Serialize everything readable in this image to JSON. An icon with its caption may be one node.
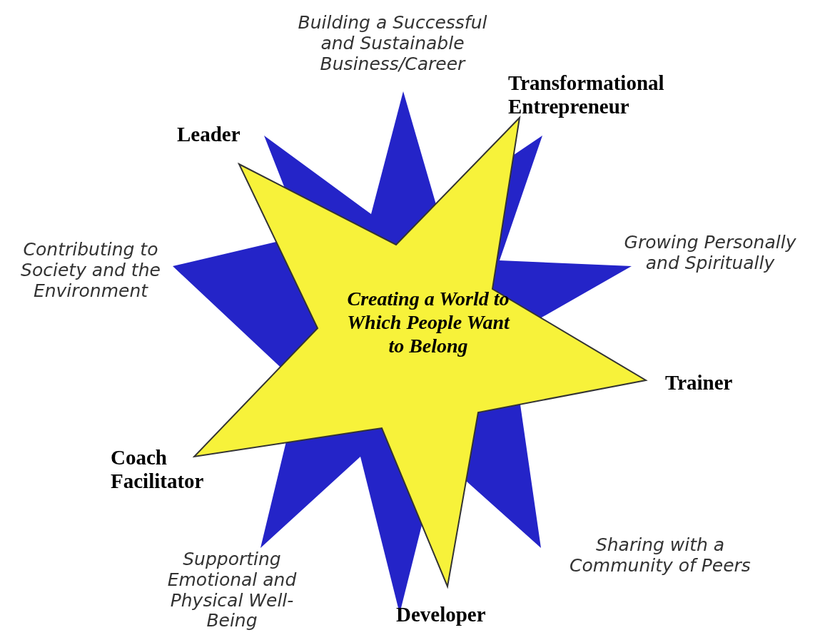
{
  "diagram": {
    "nodes": [
      {
        "text": [
          "Creating a World to Which People Want to Belong"
        ]
      }
    ],
    "labels": [
      "Building a Successful and Sustainable Business/Career",
      "Transformational Entrepreneur",
      "Leader",
      "Contributing to Society and the Environment",
      "Growing Personally and Spiritually",
      "Trainer",
      "Coach Facilitator",
      "Supporting Emotional and Physical Well-Being",
      "Sharing with a Community of Peers",
      "Developer"
    ]
  }
}
